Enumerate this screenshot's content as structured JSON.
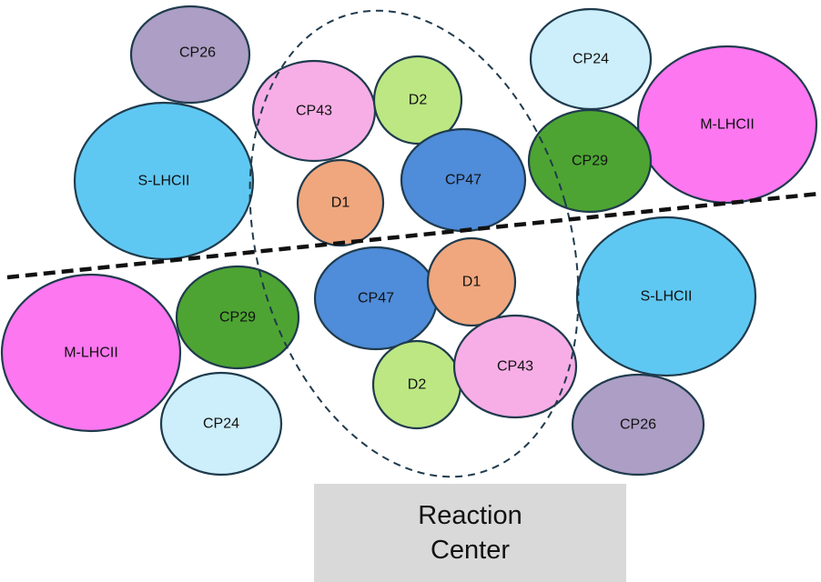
{
  "subunits": [
    {
      "id": "cp26-top",
      "label": "CP26",
      "color": "#ac9ec4"
    },
    {
      "id": "cp43-top",
      "label": "CP43",
      "color": "#f7aee6"
    },
    {
      "id": "d2-top",
      "label": "D2",
      "color": "#bde783"
    },
    {
      "id": "cp24-top",
      "label": "CP24",
      "color": "#cdeefb"
    },
    {
      "id": "mlhcii-top",
      "label": "M-LHCII",
      "color": "#fd77f0"
    },
    {
      "id": "slhcii-top",
      "label": "S-LHCII",
      "color": "#5fc8f2"
    },
    {
      "id": "d1-top",
      "label": "D1",
      "color": "#f0a77e"
    },
    {
      "id": "cp47-top",
      "label": "CP47",
      "color": "#4f8cd9"
    },
    {
      "id": "cp29-top",
      "label": "CP29",
      "color": "#4da433"
    },
    {
      "id": "cp47-bottom",
      "label": "CP47",
      "color": "#4f8cd9"
    },
    {
      "id": "d1-bottom",
      "label": "D1",
      "color": "#f0a77e"
    },
    {
      "id": "slhcii-bottom",
      "label": "S-LHCII",
      "color": "#5fc8f2"
    },
    {
      "id": "mlhcii-bottom",
      "label": "M-LHCII",
      "color": "#fd77f0"
    },
    {
      "id": "cp29-bottom",
      "label": "CP29",
      "color": "#4da433"
    },
    {
      "id": "d2-bottom",
      "label": "D2",
      "color": "#bde783"
    },
    {
      "id": "cp43-bottom",
      "label": "CP43",
      "color": "#f7aee6"
    },
    {
      "id": "cp24-bottom",
      "label": "CP24",
      "color": "#cdeefb"
    },
    {
      "id": "cp26-bottom",
      "label": "CP26",
      "color": "#ac9ec4"
    }
  ],
  "caption": {
    "line1": "Reaction",
    "line2": "Center"
  },
  "colors": {
    "outline": "#1f3b4d",
    "dashed_line": "#111111",
    "caption_bg": "#d9d9d9"
  }
}
